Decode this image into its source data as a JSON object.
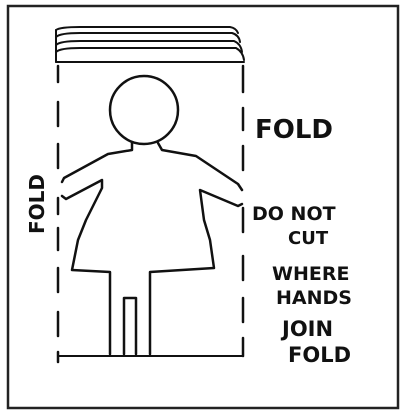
{
  "labels": {
    "fold_right": "FOLD",
    "fold_left": "FOLD",
    "note_line1": "DO NOT",
    "note_line2": "CUT",
    "note_line3": "WHERE",
    "note_line4": "HANDS",
    "note_line5": "JOIN",
    "note_line6": "FOLD"
  }
}
